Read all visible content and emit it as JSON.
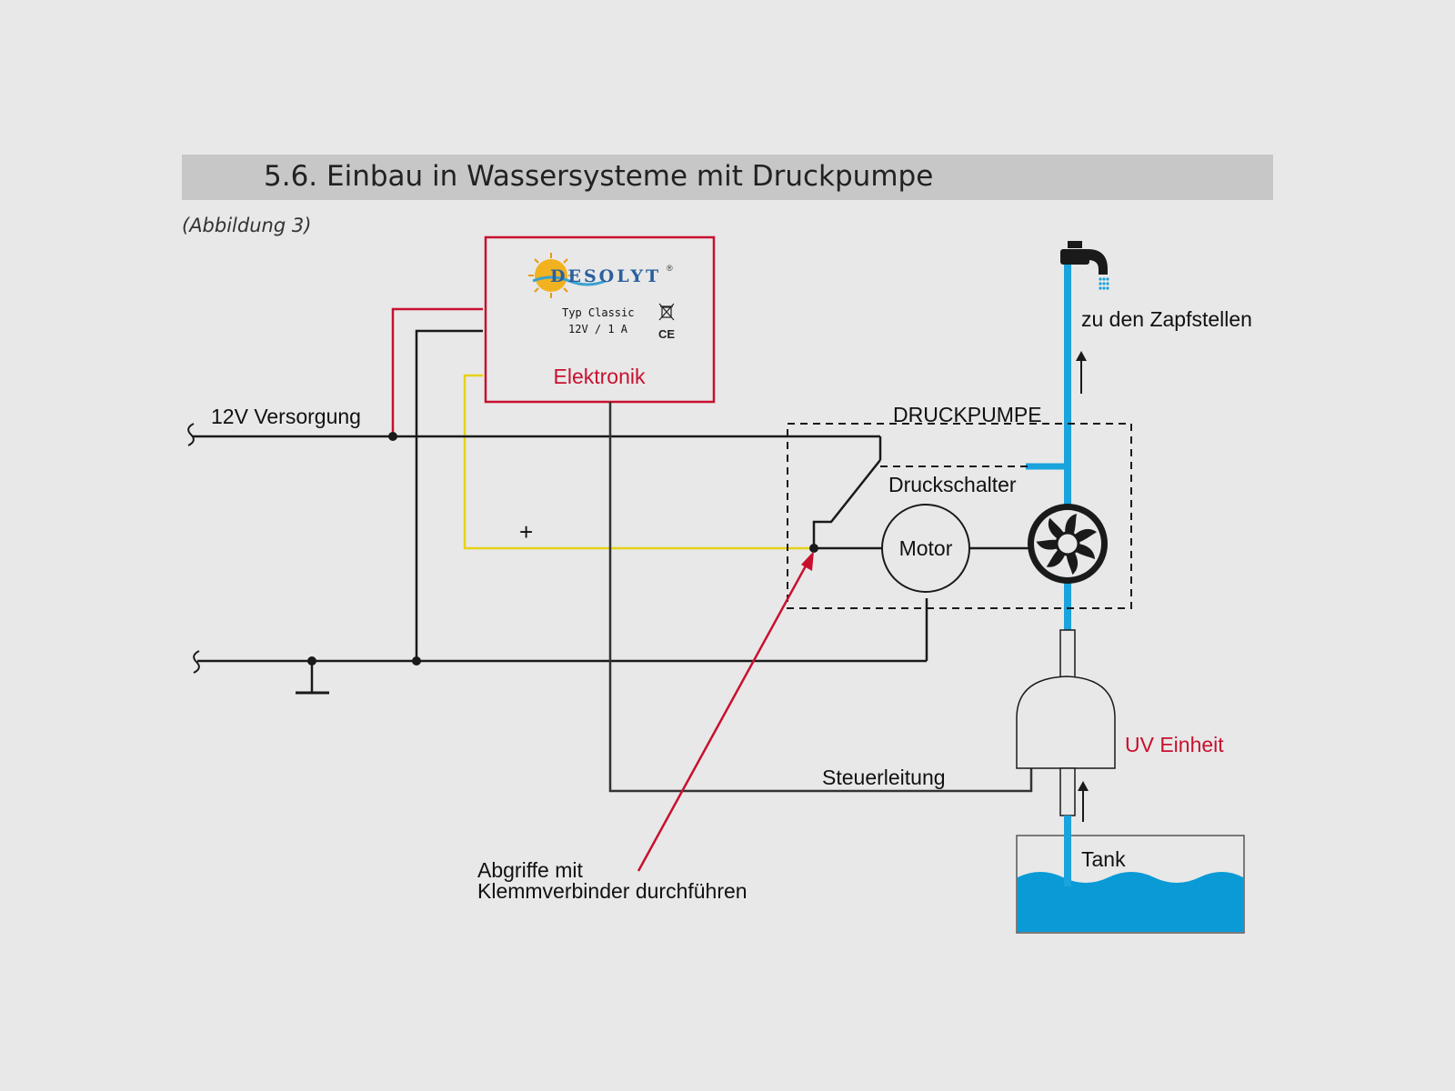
{
  "header": {
    "title": "5.6. Einbau in Wassersysteme mit Druckpumpe",
    "figure_ref": "(Abbildung 3)"
  },
  "electronics": {
    "brand": "DESOLYT",
    "brand_mark": "®",
    "type_line": "Typ Classic",
    "rating_line": "12V / 1 A",
    "ce_mark": "CE",
    "label": "Elektronik"
  },
  "labels": {
    "supply": "12V Versorgung",
    "plus": "+",
    "pump_box": "DRUCKPUMPE",
    "pressure_switch": "Druckschalter",
    "motor": "Motor",
    "outlets": "zu den Zapfstellen",
    "uv_unit": "UV Einheit",
    "control_line": "Steuerleitung",
    "tank": "Tank",
    "note_line1": "Abgriffe mit",
    "note_line2": "Klemmverbinder durchführen"
  },
  "colors": {
    "wire_black": "#1a1a1a",
    "wire_red": "#c8102e",
    "wire_yellow": "#e6d21a",
    "water_blue": "#1aa3dc",
    "tank_water": "#0a9ad6",
    "background": "#e8e8e8",
    "header_bar": "#c7c7c7"
  },
  "icons": [
    "water-tap-icon",
    "pump-impeller-icon",
    "ground-symbol-icon",
    "ce-mark-icon",
    "waste-bin-icon",
    "sun-logo-icon"
  ]
}
